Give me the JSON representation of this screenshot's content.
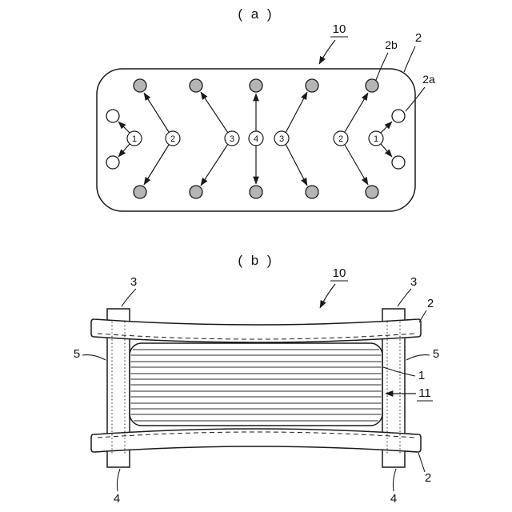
{
  "sheet": {
    "background": "#ffffff"
  },
  "figure_a": {
    "title": "( a )",
    "labels": {
      "ref10": "10",
      "ref2b": "2b",
      "ref2": "2",
      "ref2a": "2a"
    },
    "sequence": [
      "1",
      "2",
      "3",
      "4",
      "3",
      "2",
      "1"
    ]
  },
  "figure_b": {
    "title": "( b )",
    "labels": {
      "ref10": "10",
      "ref3_left": "3",
      "ref3_right": "3",
      "ref2_top": "2",
      "ref2_bottom": "2",
      "ref5_left": "5",
      "ref5_right": "5",
      "ref1": "1",
      "ref11": "11",
      "ref4_left": "4",
      "ref4_right": "4"
    }
  },
  "colors": {
    "line": "#1a1a1a",
    "dot_gray_fill": "#b5b5b5",
    "dot_white_fill": "#ffffff",
    "background": "#ffffff"
  }
}
